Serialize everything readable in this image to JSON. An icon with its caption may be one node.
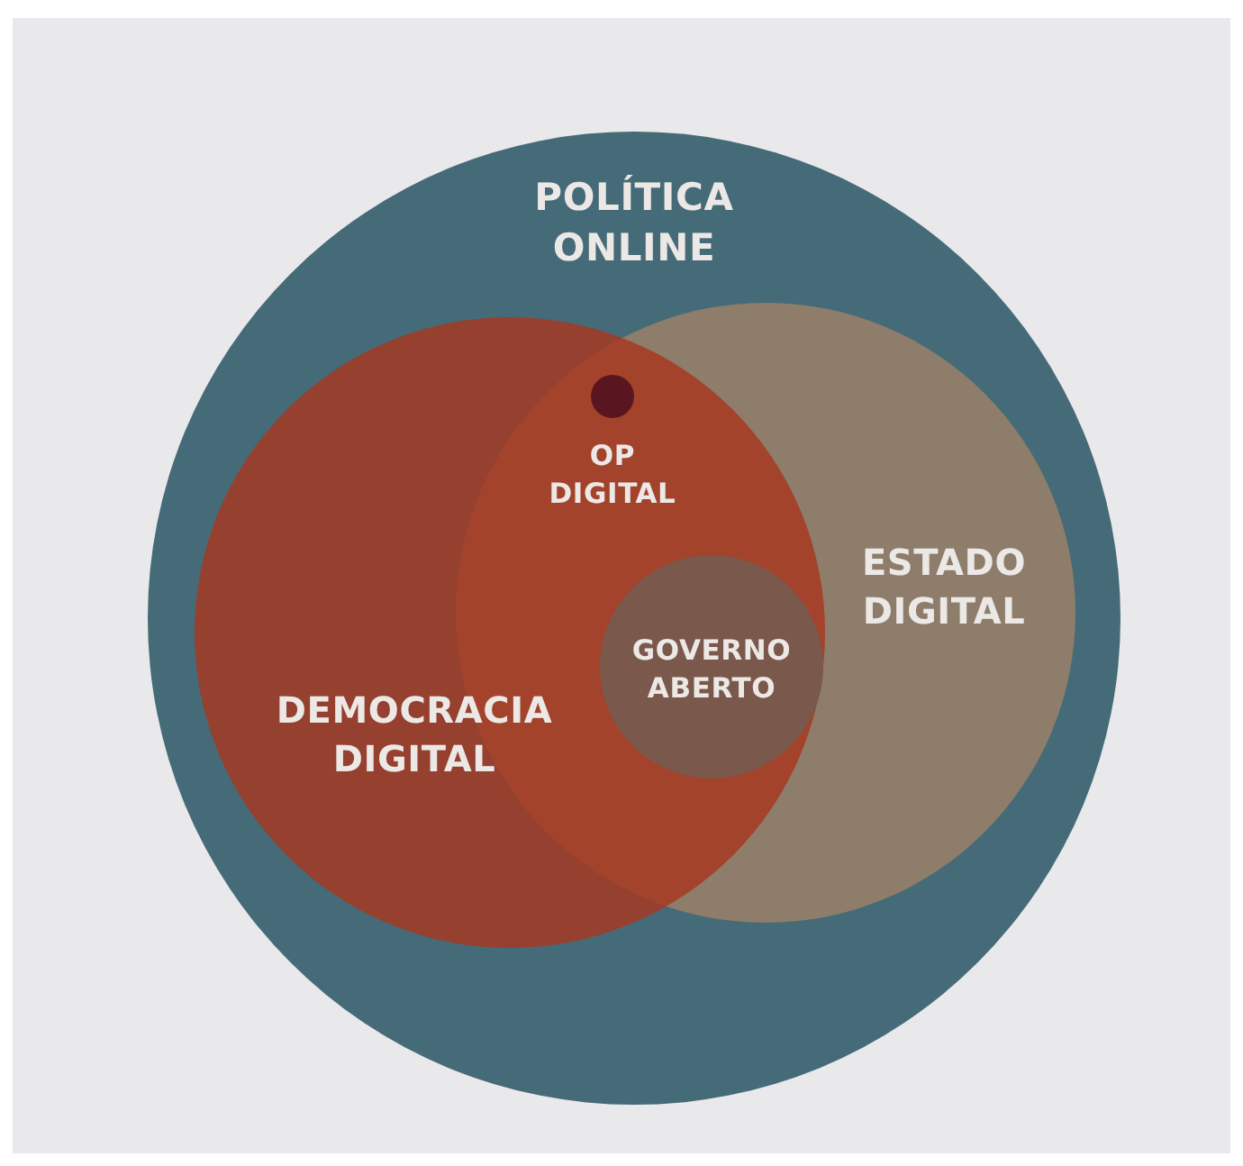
{
  "diagram": {
    "nodes": [
      {
        "text": [
          "POLÍTICA ONLINE"
        ]
      },
      {
        "text": [
          "DEMOCRACIA DIGITAL"
        ],
        "in": 0
      },
      {
        "text": [
          "ESTADO DIGITAL"
        ],
        "in": 0
      },
      {
        "text": [
          "GOVERNO ABERTO"
        ]
      },
      {
        "text": [
          "OP DIGITAL"
        ]
      }
    ]
  }
}
